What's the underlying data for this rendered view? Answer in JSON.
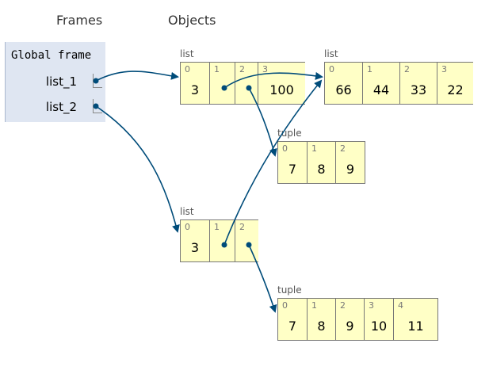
{
  "headers": {
    "frames": "Frames",
    "objects": "Objects"
  },
  "global_frame": {
    "title": "Global frame",
    "variables": [
      {
        "name": "list_1"
      },
      {
        "name": "list_2"
      }
    ]
  },
  "objects": {
    "list_a": {
      "label": "list",
      "cells": [
        {
          "idx": "0",
          "val": "3"
        },
        {
          "idx": "1",
          "val": ""
        },
        {
          "idx": "2",
          "val": ""
        },
        {
          "idx": "3",
          "val": "100"
        }
      ]
    },
    "list_b": {
      "label": "list",
      "cells": [
        {
          "idx": "0",
          "val": "66"
        },
        {
          "idx": "1",
          "val": "44"
        },
        {
          "idx": "2",
          "val": "33"
        },
        {
          "idx": "3",
          "val": "22"
        }
      ]
    },
    "tuple_a": {
      "label": "tuple",
      "cells": [
        {
          "idx": "0",
          "val": "7"
        },
        {
          "idx": "1",
          "val": "8"
        },
        {
          "idx": "2",
          "val": "9"
        }
      ]
    },
    "list_c": {
      "label": "list",
      "cells": [
        {
          "idx": "0",
          "val": "3"
        },
        {
          "idx": "1",
          "val": ""
        },
        {
          "idx": "2",
          "val": ""
        }
      ]
    },
    "tuple_b": {
      "label": "tuple",
      "cells": [
        {
          "idx": "0",
          "val": "7"
        },
        {
          "idx": "1",
          "val": "8"
        },
        {
          "idx": "2",
          "val": "9"
        },
        {
          "idx": "3",
          "val": "10"
        },
        {
          "idx": "4",
          "val": "11"
        }
      ]
    }
  },
  "colors": {
    "pointer": "#004c7a",
    "cell_bg": "#ffffc6",
    "frame_bg": "#dfe6f2"
  }
}
